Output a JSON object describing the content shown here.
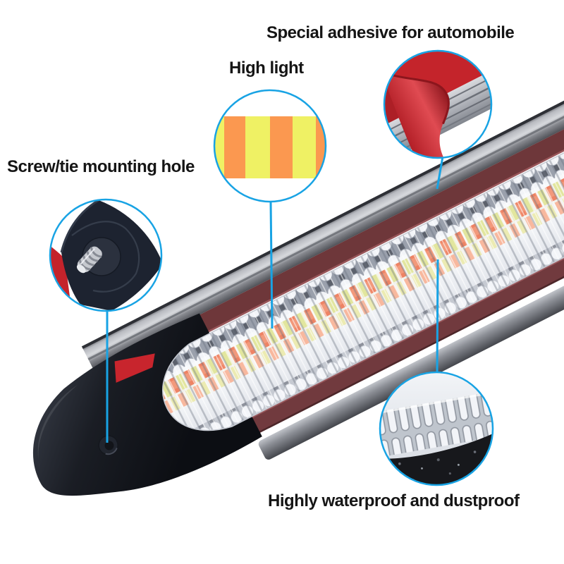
{
  "callouts": {
    "adhesive": {
      "label": "Special adhesive for automobile"
    },
    "high_light": {
      "label": "High light"
    },
    "screw_mount": {
      "label": "Screw/tie mounting hole"
    },
    "waterproof": {
      "label": "Highly waterproof and dustproof"
    }
  },
  "colors": {
    "callout_stroke": "#18a3e4",
    "led_orange": "#fb9850",
    "led_yellow": "#eff164",
    "adhesive_red": "#c4242b",
    "housing_maroon": "#6e373a",
    "end_cap_black": "#1b1e25"
  }
}
